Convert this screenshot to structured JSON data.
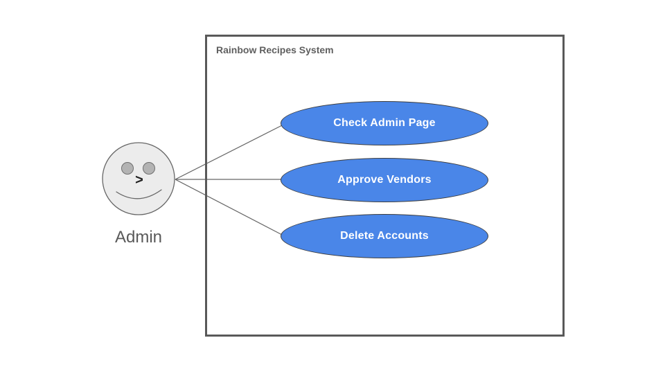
{
  "diagram": {
    "type": "uml-use-case-diagram",
    "system": {
      "title": "Rainbow Recipes System"
    },
    "actor": {
      "label": "Admin",
      "nose_glyph": ">"
    },
    "use_cases": [
      {
        "label": "Check Admin Page"
      },
      {
        "label": "Approve Vendors"
      },
      {
        "label": "Delete Accounts"
      }
    ],
    "connections": [
      {
        "from": "Admin",
        "to": "Check Admin Page"
      },
      {
        "from": "Admin",
        "to": "Approve Vendors"
      },
      {
        "from": "Admin",
        "to": "Delete Accounts"
      }
    ],
    "colors": {
      "background": "#ffffff",
      "use_case_fill": "#4a86e8",
      "use_case_border": "#3d3d3d",
      "use_case_text": "#ffffff",
      "boundary_border": "#595959",
      "boundary_title_text": "#5f5f5f",
      "connector": "#666666",
      "actor_face_fill": "#ececec",
      "actor_face_border": "#666666",
      "actor_eye_fill": "#b3b3b3",
      "actor_label_text": "#595959"
    }
  }
}
